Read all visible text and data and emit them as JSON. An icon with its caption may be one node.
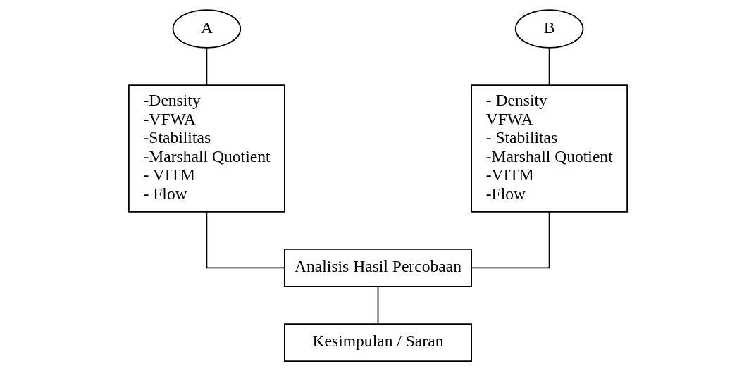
{
  "diagram": {
    "nodes": [
      {
        "text": [
          "A"
        ]
      },
      {
        "text": [
          "B"
        ]
      },
      {
        "text": [
          "-Density",
          "-VFWA",
          "-Stabilitas",
          "-Marshall Quotient",
          "- VITM",
          "- Flow"
        ]
      },
      {
        "text": [
          "- Density",
          "VFWA",
          "- Stabilitas",
          "-Marshall Quotient",
          "-VITM",
          "-Flow"
        ]
      },
      {
        "text": [
          "Analisis Hasil Percobaan"
        ]
      },
      {
        "text": [
          "Kesimpulan / Saran"
        ]
      }
    ],
    "edges": [
      {
        "from": 0,
        "to": 2,
        "arrow": "none"
      },
      {
        "from": 1,
        "to": 3,
        "arrow": "none"
      },
      {
        "from": 2,
        "to": 4,
        "arrow": "none"
      },
      {
        "from": 3,
        "to": 4,
        "arrow": "none"
      },
      {
        "from": 4,
        "to": 5,
        "arrow": "none"
      }
    ]
  }
}
